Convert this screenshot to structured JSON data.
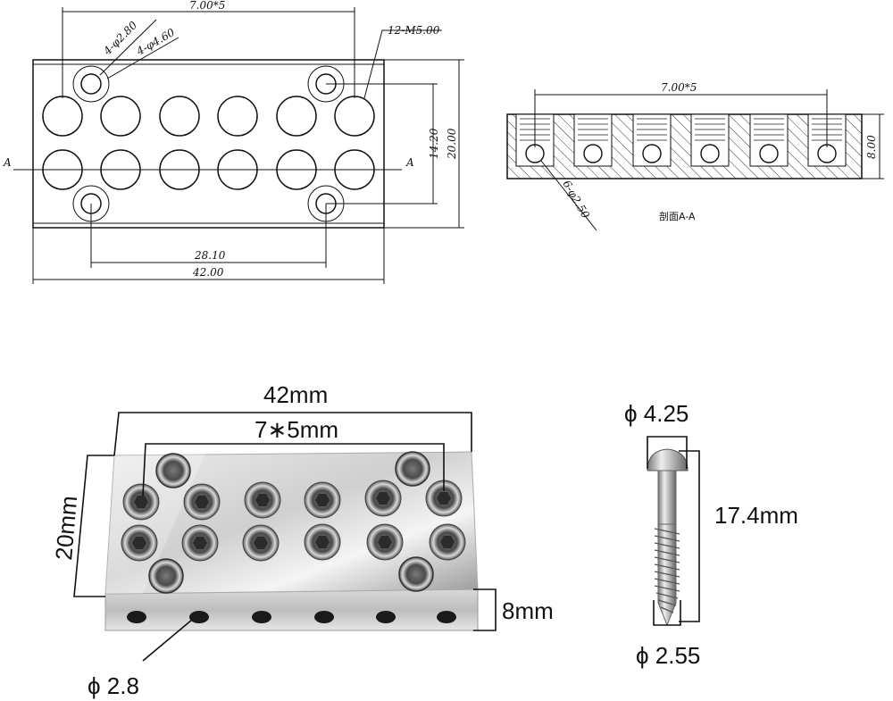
{
  "top_view": {
    "dim_pitch": "7.00*5",
    "dim_hole_small": "4-φ2.80",
    "dim_hole_large": "4-φ4.60",
    "dim_thread": "12-M5.00",
    "dim_height_inner": "14.20",
    "dim_height": "20.00",
    "dim_mount_span": "28.10",
    "dim_width": "42.00",
    "section_mark_left": "A",
    "section_mark_right": "A"
  },
  "section_view": {
    "dim_pitch": "7.00*5",
    "dim_thickness": "8.00",
    "dim_bore": "6-φ2.50",
    "caption": "剖面A-A"
  },
  "photo": {
    "width_label": "42mm",
    "pitch_label": "7∗5mm",
    "height_label": "20mm",
    "thickness_label": "8mm",
    "side_hole_label": "ϕ 2.8"
  },
  "screw": {
    "head_label": "ϕ 4.25",
    "length_label": "17.4mm",
    "shank_label": "ϕ 2.55"
  }
}
